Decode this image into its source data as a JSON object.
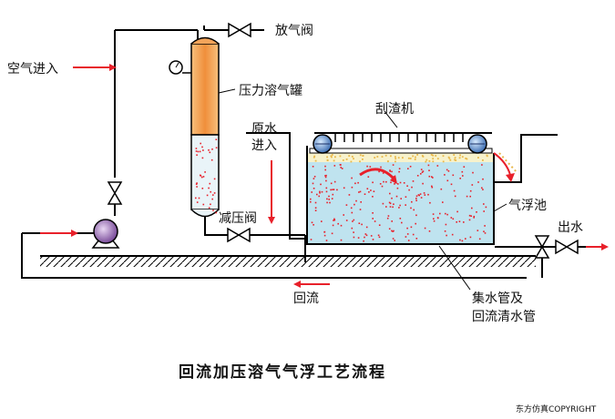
{
  "labels": {
    "air_inlet": "空气进入",
    "vent_valve": "放气阀",
    "pressure_tank": "压力溶气罐",
    "skimmer": "刮渣机",
    "raw_water_line1": "原水",
    "raw_water_line2": "进入",
    "pressure_reducing_valve": "减压阀",
    "flotation_tank": "气浮池",
    "outlet": "出水",
    "recycle": "回流",
    "collector_line1": "集水管及",
    "collector_line2": "回流清水管"
  },
  "title": "回流加压溶气气浮工艺流程",
  "copyright": "东方仿真COPYRIGHT",
  "colors": {
    "flow_arrow": "#e8202a",
    "tank_water": "#bfe3ef",
    "tank_body": "#f3a45a",
    "bubbles": "#e8202a",
    "pipe": "#000000"
  }
}
